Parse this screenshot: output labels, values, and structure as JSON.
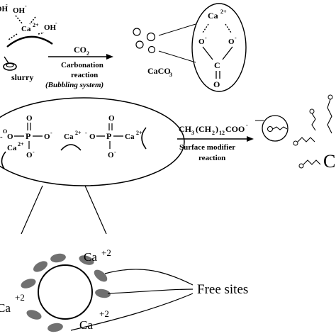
{
  "top": {
    "oh_left": "OH",
    "oh_left_charge": "-",
    "oh_center": "OH",
    "oh_center_charge": "-",
    "ca_center": "Ca",
    "ca_center_charge": "2+",
    "oh_right": "OH",
    "oh_right_charge": "-",
    "slurry": "slurry",
    "co2_label": "CO",
    "co2_sub": "2",
    "arrow_line1": "Carbonation",
    "arrow_line2": "reaction",
    "arrow_line3": "(Bubbling system)",
    "caco3": "CaCO",
    "caco3_sub": "3",
    "ellipse_ca": "Ca",
    "ellipse_ca_charge": "2+",
    "ellipse_o_left": "O",
    "ellipse_o_left_charge": "-",
    "ellipse_o_right": "O",
    "ellipse_o_right_charge": "-",
    "ellipse_c": "C",
    "ellipse_o_bottom": "O"
  },
  "middle": {
    "o_minus_1": "O",
    "p1": "P",
    "o_minus_2": "O",
    "o_top_1": "O",
    "o_bottom_1": "O",
    "ca_left": "Ca",
    "ca_left_charge": "2+",
    "ca_mid": "Ca",
    "ca_mid_charge": "2+",
    "o_minus_3": "O",
    "p2": "P",
    "o_top_2": "O",
    "o_bottom_2": "O",
    "ca_right": "Ca",
    "ca_right_charge": "2+",
    "modifier_formula": "CH",
    "modifier_sub1": "3",
    "modifier_mid": "(CH",
    "modifier_sub2": "2",
    "modifier_mid2": ")",
    "modifier_sub3": "12",
    "modifier_end": "COO",
    "modifier_charge": "-",
    "arrow_line1": "Surface modifier",
    "arrow_line2": "reaction",
    "c_label": "C"
  },
  "bottom": {
    "ca_top": "Ca",
    "ca_top_charge": "+2",
    "ca_left": "Ca",
    "ca_left_charge": "+2",
    "ca_right": "Ca",
    "ca_right_charge": "+2",
    "free_sites": "Free sites"
  }
}
